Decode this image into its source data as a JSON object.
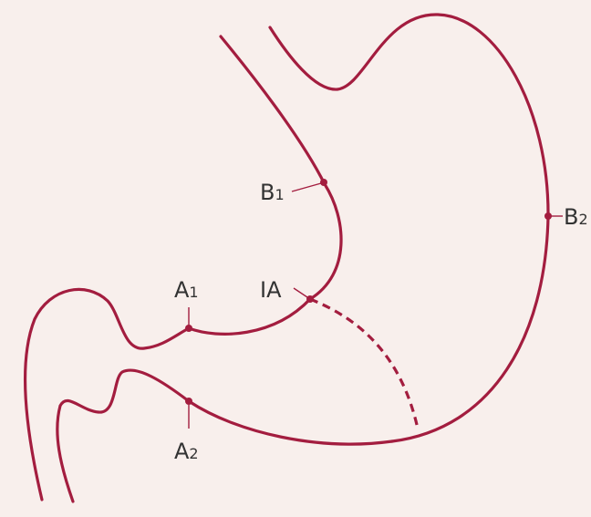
{
  "colors": {
    "background": "#f8efec",
    "stroke": "#a31d3f",
    "text": "#333333"
  },
  "labels": {
    "b1": {
      "main": "B",
      "sub": "1"
    },
    "b2": {
      "main": "B",
      "sub": "2"
    },
    "a1": {
      "main": "A",
      "sub": "1"
    },
    "a2": {
      "main": "A",
      "sub": "2"
    },
    "ia": {
      "main": "IA"
    }
  }
}
